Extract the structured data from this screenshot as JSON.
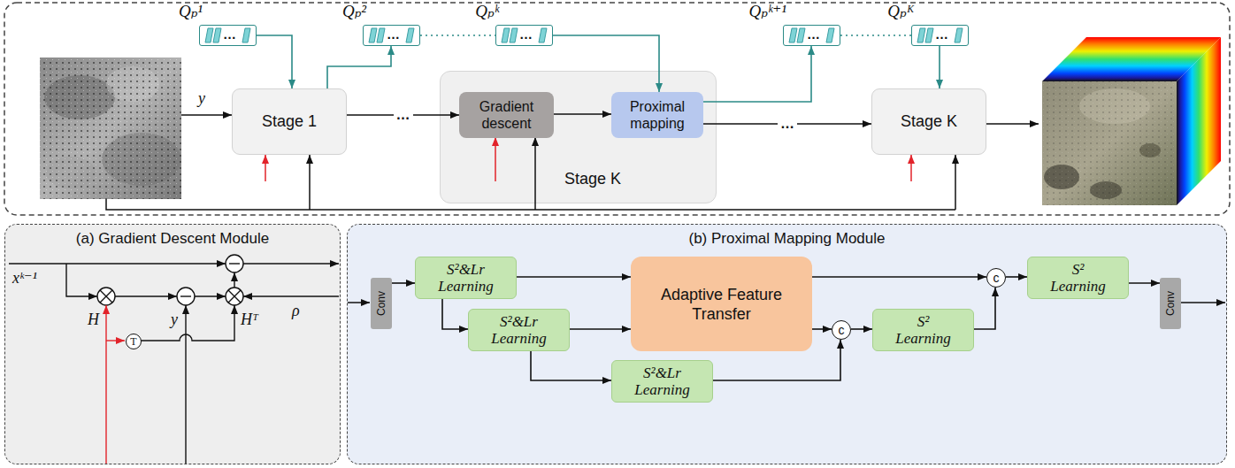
{
  "diagram": {
    "nodes": [
      {
        "text": [
          "Qₚ¹",
          "…"
        ]
      },
      {
        "text": [
          "Qₚ²",
          "…"
        ]
      },
      {
        "text": [
          "Qₚᵏ",
          "…"
        ]
      },
      {
        "text": [
          "Qₚᵏ⁺¹",
          "…"
        ]
      },
      {
        "text": [
          "Qₚᴷ",
          "…"
        ]
      },
      {
        "text": [
          "Stage 1"
        ]
      },
      {
        "text": [
          "Stage K"
        ]
      },
      {
        "text": [
          "Gradient descent"
        ],
        "in": 6
      },
      {
        "text": [
          "Proximal mapping"
        ],
        "in": 6
      },
      {
        "text": [
          "Stage K"
        ]
      },
      {
        "text": [
          "(a) Gradient Descent Module"
        ]
      },
      {
        "text": [
          "T"
        ],
        "in": 10
      },
      {
        "text": [
          "(b) Proximal Mapping Module"
        ]
      },
      {
        "text": [
          "Conv"
        ],
        "in": 12
      },
      {
        "text": [
          "S²&Lr Learning"
        ],
        "in": 12
      },
      {
        "text": [
          "S²&Lr Learning"
        ],
        "in": 12
      },
      {
        "text": [
          "Adaptive Feature Transfer"
        ],
        "in": 12
      },
      {
        "text": [
          "S²&Lr Learning"
        ],
        "in": 12
      },
      {
        "text": [
          "c"
        ],
        "in": 12
      },
      {
        "text": [
          "S² Learning"
        ],
        "in": 12
      },
      {
        "text": [
          "c"
        ],
        "in": 12
      },
      {
        "text": [
          "S² Learning"
        ],
        "in": 12
      },
      {
        "text": [
          "Conv"
        ],
        "in": 12
      }
    ],
    "edges": [
      {
        "from": 0,
        "to": 5,
        "arrow": "to"
      },
      {
        "from": 5,
        "to": 1,
        "arrow": "to"
      },
      {
        "from": 5,
        "to": 7,
        "label": "…",
        "arrow": "to"
      },
      {
        "from": 1,
        "to": 2,
        "arrow": "none"
      },
      {
        "from": 2,
        "to": 8,
        "arrow": "to"
      },
      {
        "from": 7,
        "to": 8,
        "arrow": "to"
      },
      {
        "from": 8,
        "to": 3,
        "arrow": "to"
      },
      {
        "from": 8,
        "to": 9,
        "label": "…",
        "arrow": "to"
      },
      {
        "from": 3,
        "to": 4,
        "arrow": "none"
      },
      {
        "from": 4,
        "to": 9,
        "arrow": "to"
      },
      {
        "from": 13,
        "to": 14,
        "arrow": "to"
      },
      {
        "from": 14,
        "to": 15,
        "arrow": "to"
      },
      {
        "from": 14,
        "to": 16,
        "arrow": "to"
      },
      {
        "from": 15,
        "to": 16,
        "arrow": "to"
      },
      {
        "from": 15,
        "to": 17,
        "arrow": "to"
      },
      {
        "from": 16,
        "to": 20,
        "arrow": "to"
      },
      {
        "from": 16,
        "to": 18,
        "arrow": "to"
      },
      {
        "from": 17,
        "to": 18,
        "arrow": "to"
      },
      {
        "from": 18,
        "to": 19,
        "arrow": "to"
      },
      {
        "from": 19,
        "to": 20,
        "arrow": "to"
      },
      {
        "from": 20,
        "to": 21,
        "arrow": "to"
      },
      {
        "from": 21,
        "to": 22,
        "arrow": "to"
      }
    ],
    "labels": [
      "y",
      "xᵏ⁻¹",
      "H",
      "y",
      "Hᵀ",
      "ρ"
    ]
  }
}
